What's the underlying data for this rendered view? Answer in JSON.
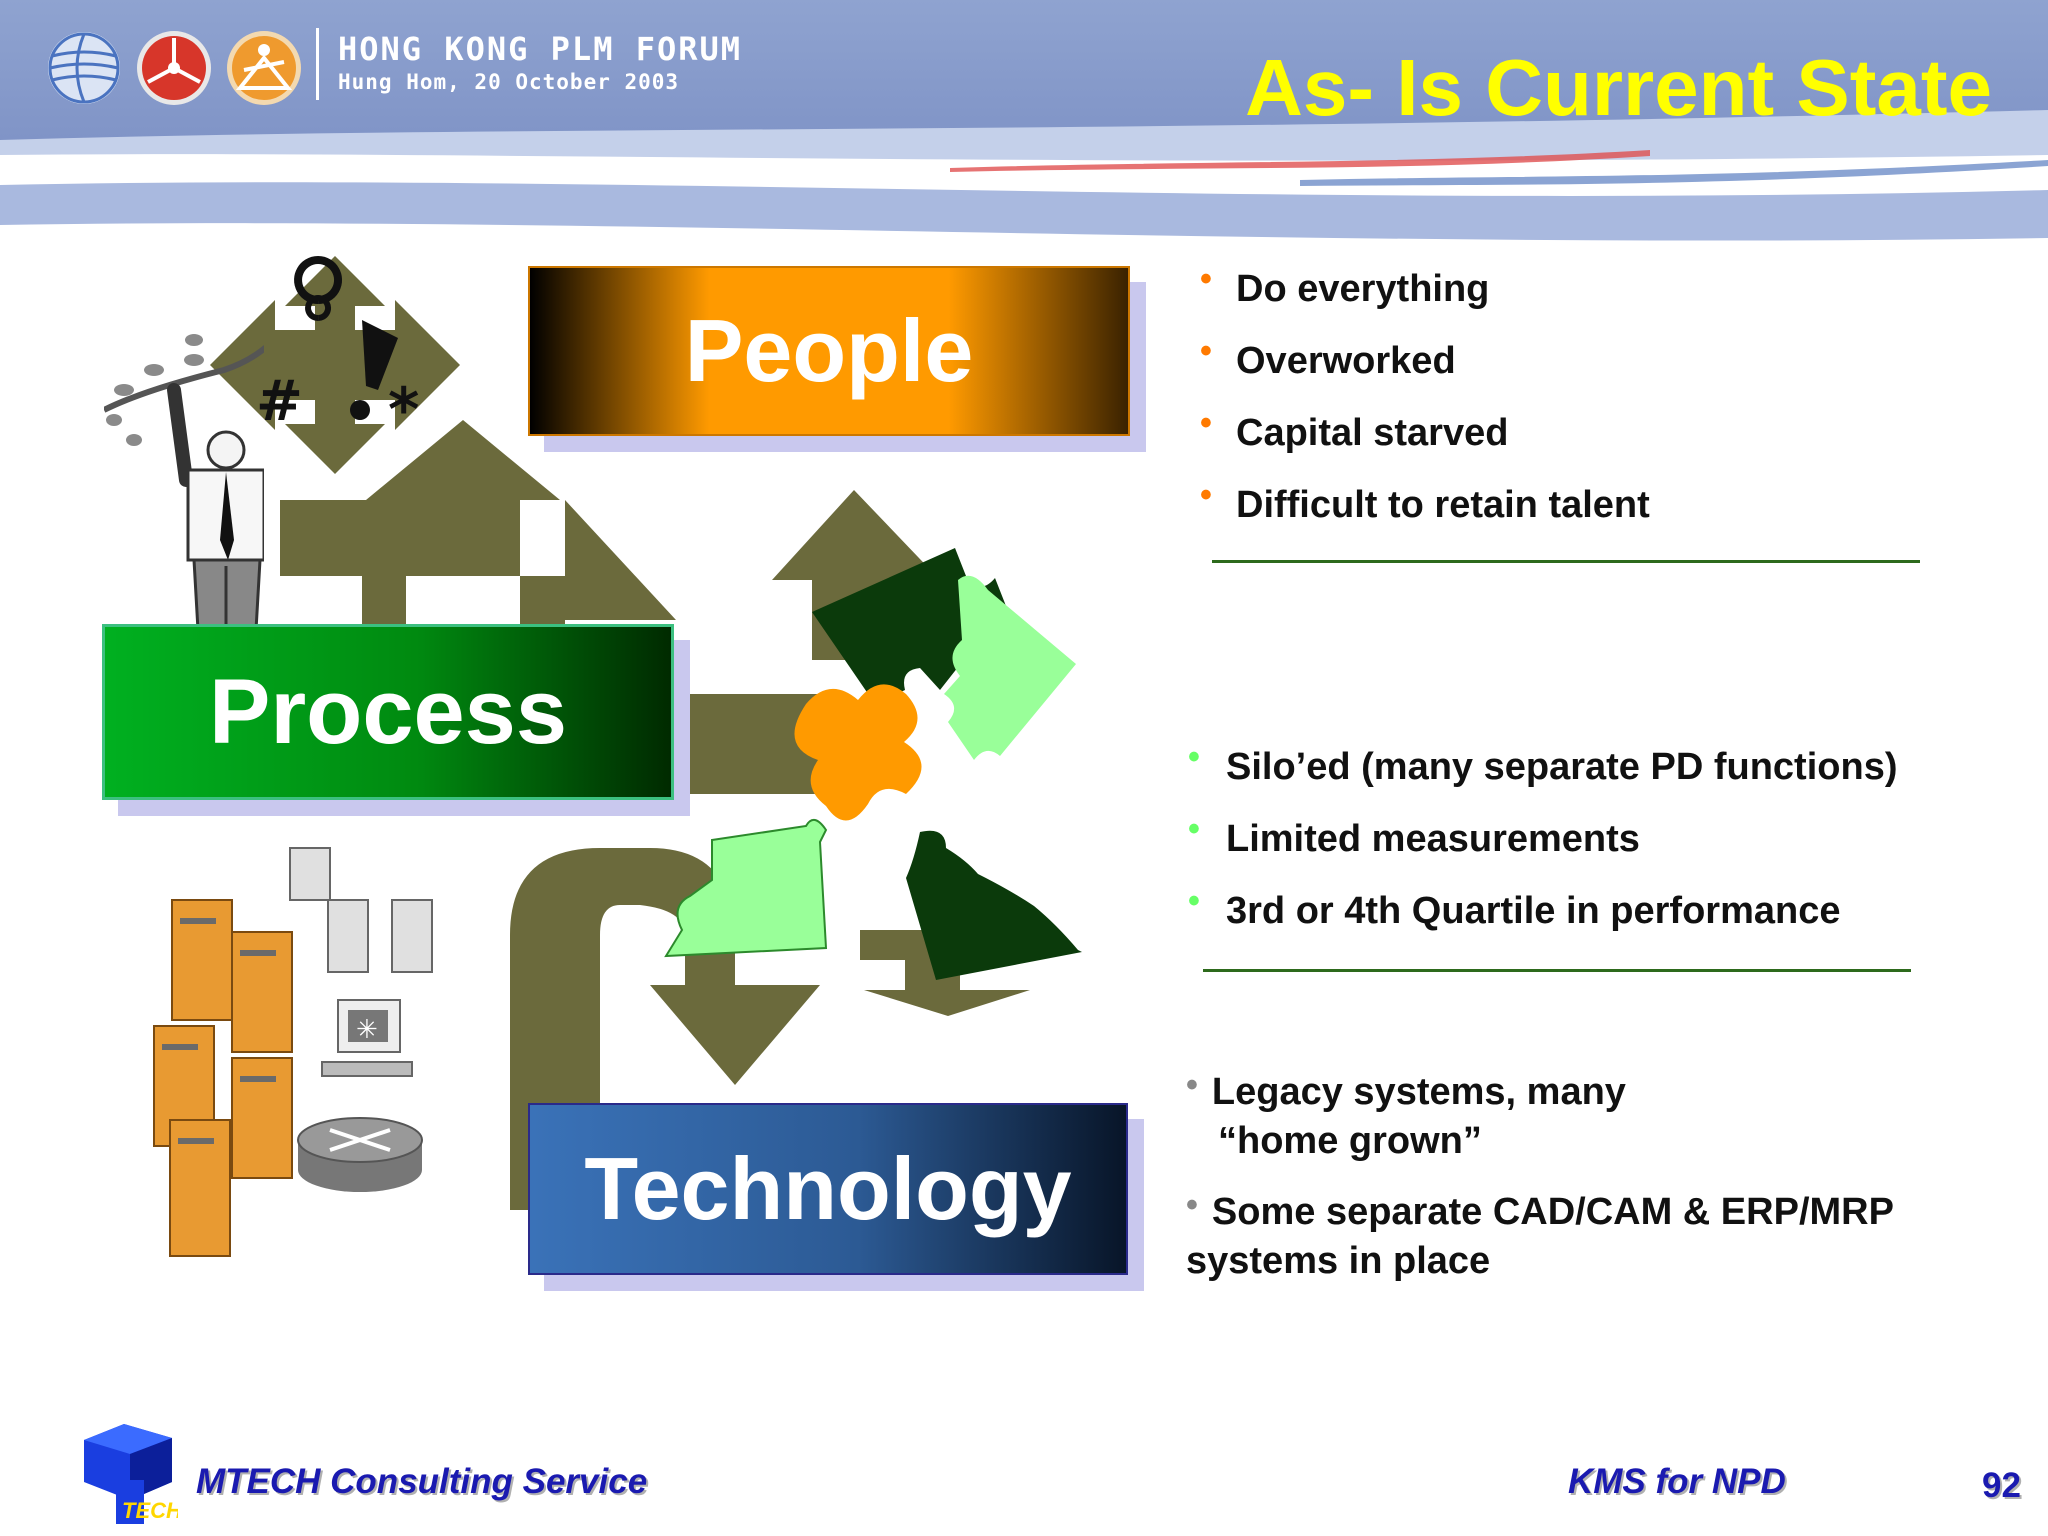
{
  "header": {
    "forum_title": "HONG KONG PLM FORUM",
    "forum_subtitle": "Hung Hom, 20 October 2003",
    "slide_title": "As- Is Current State"
  },
  "diagram": {
    "people": "People",
    "process": "Process",
    "technology": "Technology"
  },
  "people_points": [
    "Do everything",
    "Overworked",
    "Capital starved",
    "Difficult to retain talent"
  ],
  "process_points": [
    "Silo’ed  (many separate PD functions)",
    "Limited measurements",
    "3rd or 4th Quartile in performance"
  ],
  "technology_points": {
    "item1_line1": "Legacy  systems, many",
    "item1_line2": "“home grown”",
    "item2_line1": "Some separate CAD/CAM & ERP/MRP",
    "item2_line2": "systems in place"
  },
  "footer": {
    "company": "MTECH Consulting Service",
    "course": "KMS for NPD",
    "page": "92",
    "logo_text": "TECH"
  },
  "colors": {
    "title": "#ffff00",
    "people": "#ff9a00",
    "process": "#008a10",
    "technology": "#2c5a94",
    "arrow": "#6b6a3c",
    "footer_text": "#1a1ab0"
  },
  "icons": [
    "globe-logo-icon",
    "star-logo-icon",
    "figure-logo-icon",
    "stressed-man-illustration",
    "server-cluster-illustration",
    "puzzle-icon"
  ]
}
